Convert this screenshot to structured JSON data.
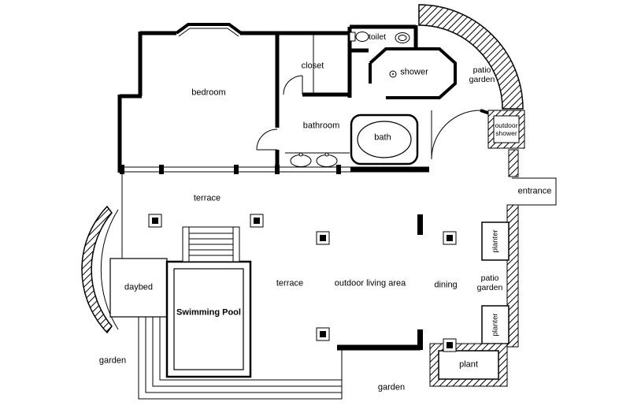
{
  "background_color": "#ffffff",
  "line_color": "#000000",
  "labels": {
    "bedroom": "bedroom",
    "closet": "closet",
    "toilet": "toilet",
    "shower": "shower",
    "patio_garden_top": {
      "line1": "patio",
      "line2": "garden"
    },
    "bathroom": "bathroom",
    "bath": "bath",
    "outdoor_shower": {
      "line1": "outdoor",
      "line2": "shower"
    },
    "entrance": "entrance",
    "terrace_upper": "terrace",
    "daybed": "daybed",
    "swimming_pool": "Swimming Pool",
    "terrace_lower": "terrace",
    "outdoor_living_area": "outdoor living area",
    "dining": "dining",
    "patio_garden_right": {
      "line1": "patio",
      "line2": "garden"
    },
    "planter_top": "planter",
    "planter_bottom": "planter",
    "plant": "plant",
    "garden_left": "garden",
    "garden_bottom": "garden"
  },
  "fixtures": {
    "toilet_icon": "toilet bowl",
    "bidet_icon": "bidet",
    "bathtub_icon": "bathtub",
    "sink_icon": "double sinks",
    "shower_head_icon": "shower drain",
    "column_icon": "structural column",
    "pool_stairs_icon": "pool steps",
    "door_swing_icon": "door swing"
  }
}
